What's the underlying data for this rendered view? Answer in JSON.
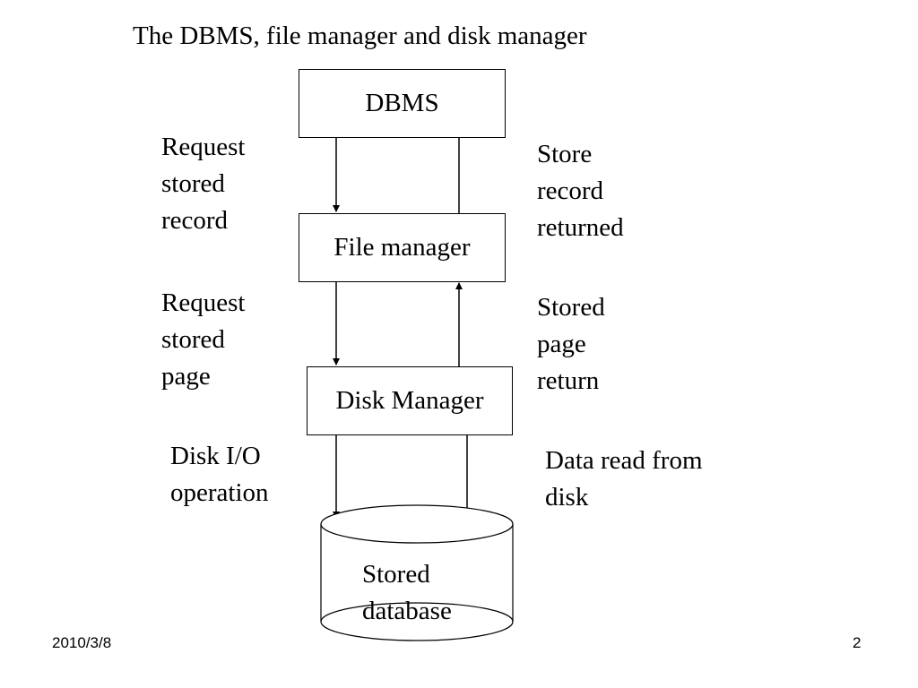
{
  "title": "The DBMS, file manager and disk manager",
  "nodes": {
    "dbms": "DBMS",
    "file_manager": "File manager",
    "disk_manager": "Disk Manager",
    "stored_database": [
      "Stored",
      "database"
    ]
  },
  "edges": {
    "request_stored_record": [
      "Request",
      "stored",
      "record"
    ],
    "store_record_returned": [
      "Store",
      "record",
      "returned"
    ],
    "request_stored_page": [
      "Request",
      "stored",
      "page"
    ],
    "stored_page_return": [
      "Stored",
      "page",
      "return"
    ],
    "disk_io_operation": [
      "Disk I/O",
      "operation"
    ],
    "data_read_from_disk": [
      "Data read from",
      "disk"
    ]
  },
  "footer": {
    "date": "2010/3/8",
    "page": "2"
  }
}
